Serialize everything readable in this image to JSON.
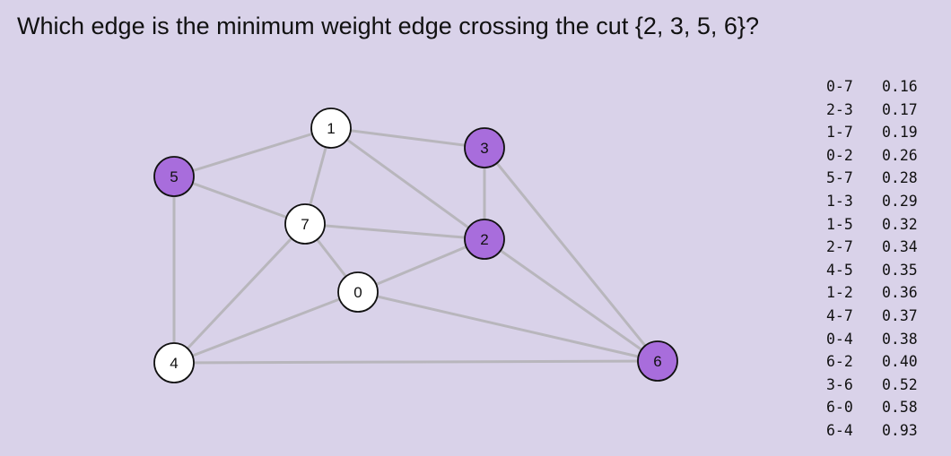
{
  "question": "Which edge is the minimum weight edge crossing the cut {2, 3, 5, 6}?",
  "colors": {
    "background": "#d9d2e9",
    "cut_vertex_fill": "#a86ddc",
    "other_vertex_fill": "#ffffff",
    "edge_stroke": "#b8b6bc",
    "vertex_stroke": "#111111"
  },
  "vertices": [
    {
      "id": "0",
      "in_cut": false
    },
    {
      "id": "1",
      "in_cut": false
    },
    {
      "id": "2",
      "in_cut": true
    },
    {
      "id": "3",
      "in_cut": true
    },
    {
      "id": "4",
      "in_cut": false
    },
    {
      "id": "5",
      "in_cut": true
    },
    {
      "id": "6",
      "in_cut": true
    },
    {
      "id": "7",
      "in_cut": false
    }
  ],
  "edges": [
    {
      "label": "0-7",
      "weight": "0.16"
    },
    {
      "label": "2-3",
      "weight": "0.17"
    },
    {
      "label": "1-7",
      "weight": "0.19"
    },
    {
      "label": "0-2",
      "weight": "0.26"
    },
    {
      "label": "5-7",
      "weight": "0.28"
    },
    {
      "label": "1-3",
      "weight": "0.29"
    },
    {
      "label": "1-5",
      "weight": "0.32"
    },
    {
      "label": "2-7",
      "weight": "0.34"
    },
    {
      "label": "4-5",
      "weight": "0.35"
    },
    {
      "label": "1-2",
      "weight": "0.36"
    },
    {
      "label": "4-7",
      "weight": "0.37"
    },
    {
      "label": "0-4",
      "weight": "0.38"
    },
    {
      "label": "6-2",
      "weight": "0.40"
    },
    {
      "label": "3-6",
      "weight": "0.52"
    },
    {
      "label": "6-0",
      "weight": "0.58"
    },
    {
      "label": "6-4",
      "weight": "0.93"
    }
  ]
}
